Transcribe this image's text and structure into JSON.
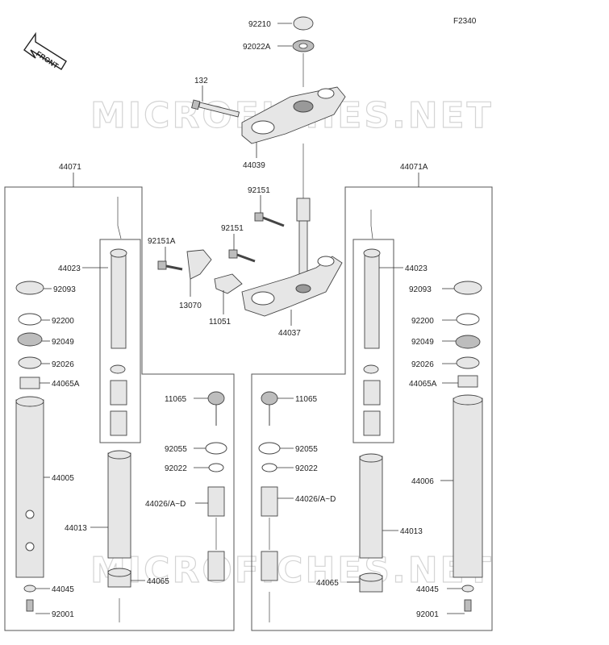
{
  "figure_code": "F2340",
  "direction": {
    "label": "FRONT",
    "icon": "front-arrow-icon"
  },
  "watermarks": [
    "MICROFICHES.NET",
    "MICROFICHES.NET"
  ],
  "assembly_labels": {
    "left_fork": "44071",
    "right_fork": "44071A"
  },
  "parts": [
    "92210",
    "92022A",
    "132",
    "44039",
    "92151",
    "92151",
    "92151A",
    "13070",
    "11051",
    "44037",
    "44023",
    "92093",
    "92200",
    "92049",
    "92026",
    "44065A",
    "44005",
    "44013",
    "44045",
    "92001",
    "44065",
    "11065",
    "92055",
    "92022",
    "44026/A~D",
    "44023",
    "92093",
    "92200",
    "92049",
    "92026",
    "44065A",
    "44006",
    "44013",
    "44045",
    "92001",
    "44065",
    "11065",
    "92055",
    "92022",
    "44026/A~D"
  ]
}
